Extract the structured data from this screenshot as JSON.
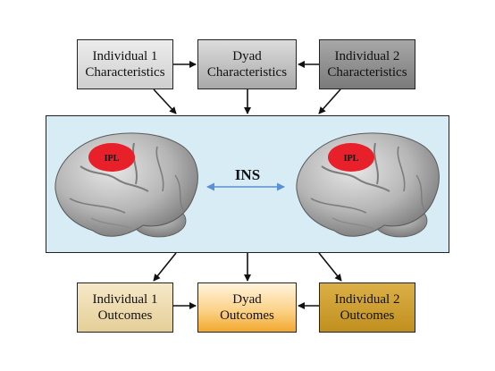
{
  "top_boxes": {
    "individual1": "Individual 1\nCharacteristics",
    "dyad": "Dyad\nCharacteristics",
    "individual2": "Individual 2\nCharacteristics"
  },
  "center": {
    "ins_label": "INS",
    "left_brain_region": "IPL",
    "right_brain_region": "IPL"
  },
  "bottom_boxes": {
    "individual1": "Individual 1\nOutcomes",
    "dyad": "Dyad\nOutcomes",
    "individual2": "Individual 2\nOutcomes"
  },
  "colors": {
    "panel_background": "#d8ecf5",
    "ipl_highlight": "#e8202a",
    "ins_arrow": "#5b8fd6",
    "brain": "#a3a3a3"
  }
}
